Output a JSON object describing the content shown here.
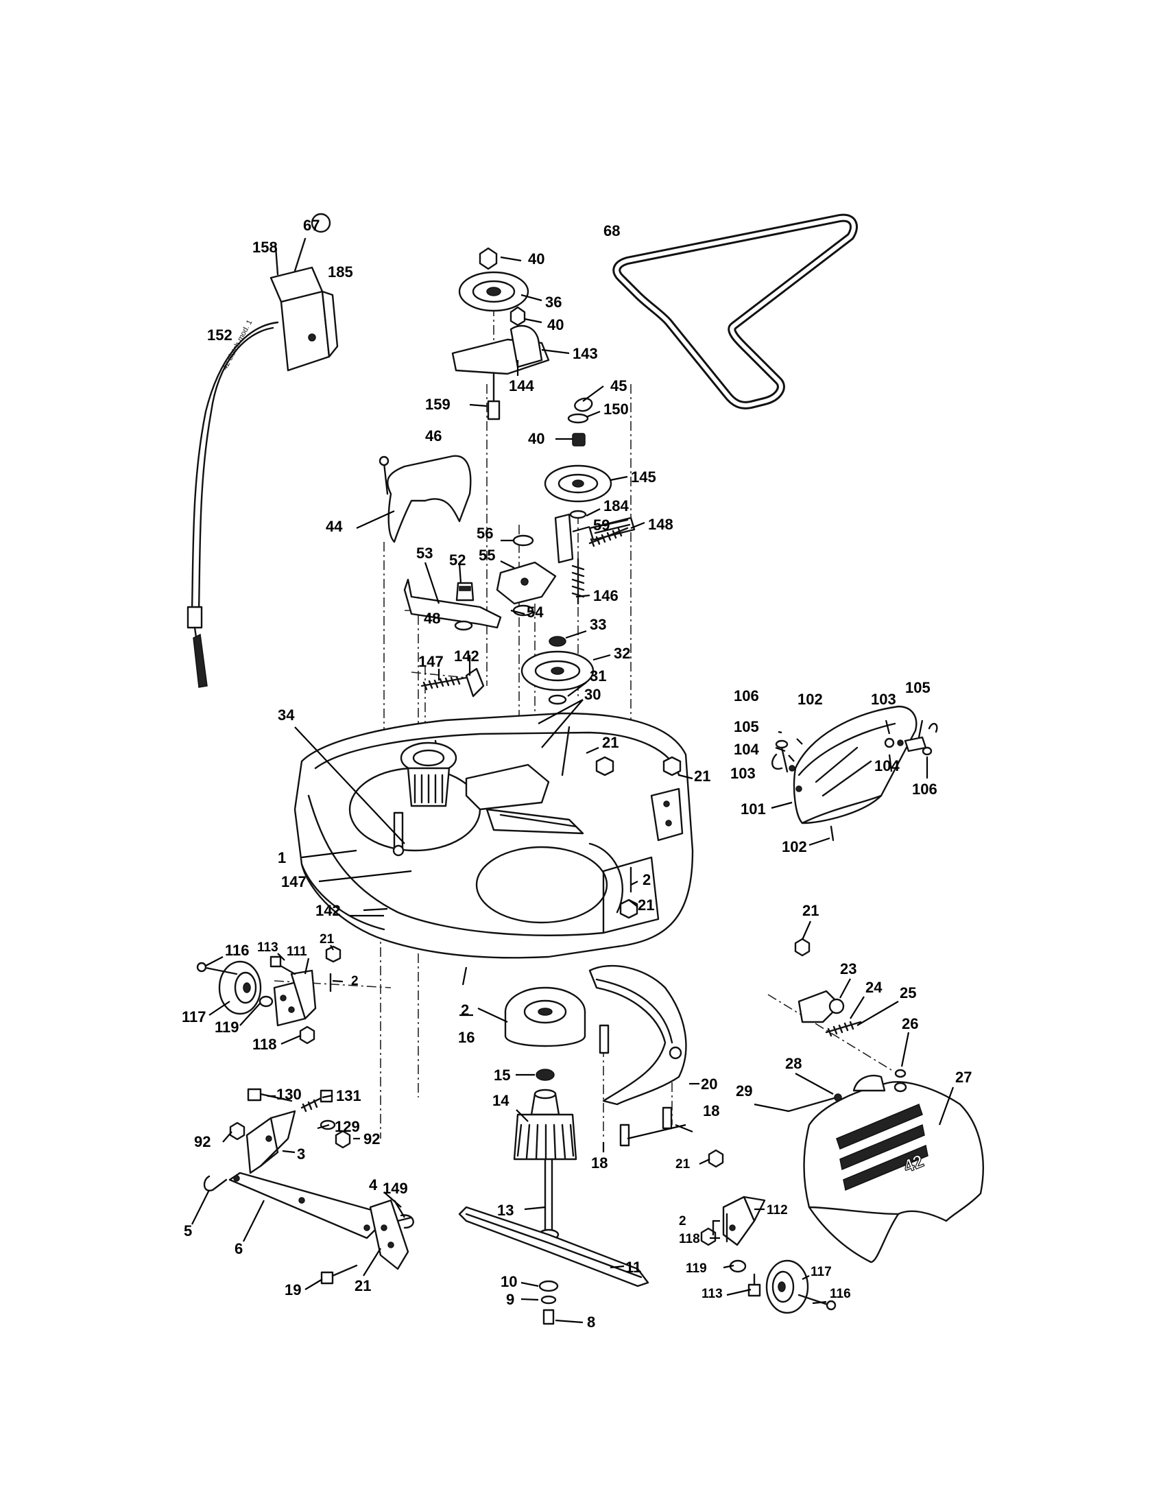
{
  "callouts": {
    "c1": "1",
    "c2a": "2",
    "c2b": "2",
    "c2c": "2",
    "c2d": "2",
    "c3": "3",
    "c4": "4",
    "c5": "5",
    "c6": "6",
    "c8": "8",
    "c9": "9",
    "c10": "10",
    "c11": "11",
    "c13": "13",
    "c14": "14",
    "c15": "15",
    "c16": "16",
    "c18a": "18",
    "c18b": "18",
    "c19": "19",
    "c20": "20",
    "c21a": "21",
    "c21b": "21",
    "c21c": "21",
    "c21d": "21",
    "c21e": "21",
    "c21f": "21",
    "c21g": "21",
    "c23": "23",
    "c24": "24",
    "c25": "25",
    "c26": "26",
    "c27": "27",
    "c28": "28",
    "c29": "29",
    "c30": "30",
    "c31": "31",
    "c32": "32",
    "c33": "33",
    "c34": "34",
    "c36": "36",
    "c40a": "40",
    "c40b": "40",
    "c40c": "40",
    "c44": "44",
    "c45": "45",
    "c46": "46",
    "c48": "48",
    "c52": "52",
    "c53": "53",
    "c54": "54",
    "c55": "55",
    "c56": "56",
    "c59": "59",
    "c67": "67",
    "c68": "68",
    "c92a": "92",
    "c92b": "92",
    "c101": "101",
    "c102a": "102",
    "c102b": "102",
    "c103a": "103",
    "c103b": "103",
    "c104a": "104",
    "c104b": "104",
    "c105a": "105",
    "c105b": "105",
    "c106a": "106",
    "c106b": "106",
    "c111": "111",
    "c112": "112",
    "c113a": "113",
    "c113b": "113",
    "c116a": "116",
    "c116b": "116",
    "c117a": "117",
    "c117b": "117",
    "c118a": "118",
    "c118b": "118",
    "c119a": "119",
    "c119b": "119",
    "c129": "129",
    "c130": "130",
    "c131": "131",
    "c142a": "142",
    "c142b": "142",
    "c143": "143",
    "c144": "144",
    "c145": "145",
    "c146": "146",
    "c147a": "147",
    "c147b": "147",
    "c148": "148",
    "c149": "149",
    "c150": "150",
    "c152": "152",
    "c158": "158",
    "c159": "159",
    "c184": "184",
    "c185": "185"
  },
  "stamps": {
    "cable_marking": "42 clutch mod. 1",
    "deck_logo": "42"
  }
}
